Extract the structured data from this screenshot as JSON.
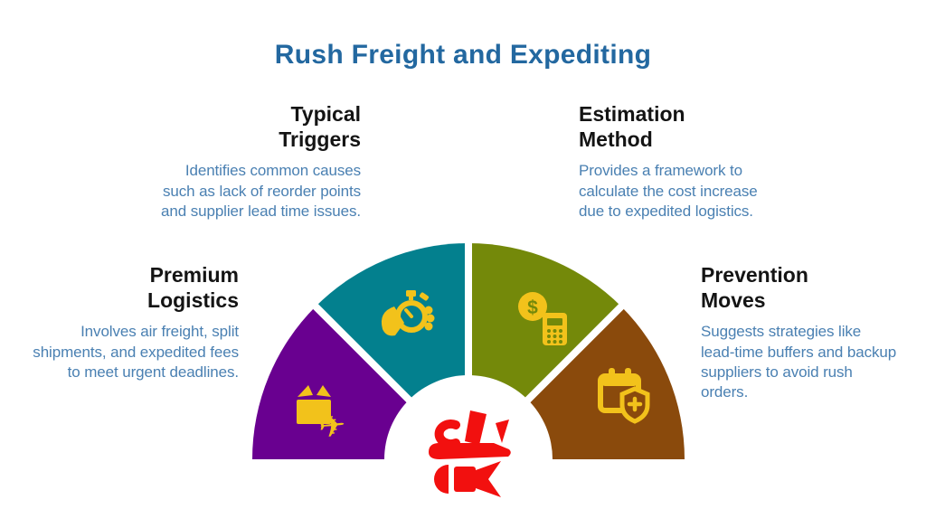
{
  "title": "Rush Freight and Expediting",
  "colors": {
    "title_blue": "#2368a0",
    "heading_black": "#141414",
    "body_blue": "#4a80b2",
    "icon_yellow": "#f2c21b",
    "logo_red": "#f2100f",
    "background": "#ffffff"
  },
  "icons": {
    "dollar_symbol": "$",
    "airplane_glyph": "✈"
  },
  "center_logo": "red-cargo-plane-logo",
  "segments": [
    {
      "name": "typical-triggers",
      "heading_line1": "Typical",
      "heading_line2": "Triggers",
      "description": "Identifies common causes such as lack of reorder points and supplier lead time issues.",
      "color": "#03808e",
      "icon": "hand-stopwatch-icon"
    },
    {
      "name": "estimation-method",
      "heading_line1": "Estimation",
      "heading_line2": "Method",
      "description": "Provides a framework to calculate the cost increase due to expedited logistics.",
      "color": "#74890a",
      "icon": "coin-calculator-icon"
    },
    {
      "name": "premium-logistics",
      "heading_line1": "Premium",
      "heading_line2": "Logistics",
      "description": "Involves air freight, split shipments, and expedited fees to meet urgent deadlines.",
      "color": "#690090",
      "icon": "package-airplane-icon"
    },
    {
      "name": "prevention-moves",
      "heading_line1": "Prevention",
      "heading_line2": "Moves",
      "description": "Suggests strategies like lead-time buffers and backup suppliers to avoid rush orders.",
      "color": "#8a4a0c",
      "icon": "calendar-shield-icon"
    }
  ]
}
